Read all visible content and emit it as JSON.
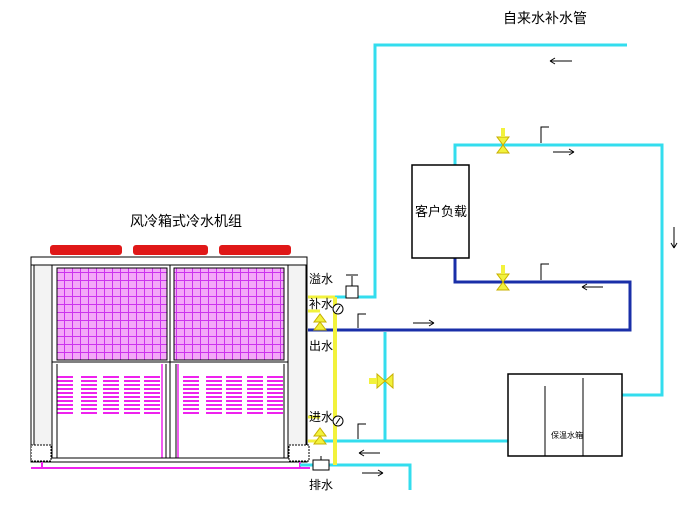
{
  "labels": {
    "tap_water_makeup": "自来水补水管",
    "unit_title": "风冷箱式冷水机组",
    "customer_load": "客户负载",
    "overflow": "溢水",
    "makeup": "补水",
    "water_out": "出水",
    "water_in": "进水",
    "drain": "排水",
    "tank": "保温水箱"
  },
  "colors": {
    "cyan_pipe": "#33ddee",
    "blue_pipe": "#1a2fa8",
    "yellow_pipe": "#f2f23c",
    "magenta": "#ee22ee",
    "fan_red": "#e01818",
    "grid_purple": "#cc33ee",
    "black": "#000000"
  },
  "icons": [
    "arrow-left-icon",
    "arrow-right-icon",
    "arrow-down-icon",
    "valve-icon",
    "gauge-icon",
    "flow-switch-icon",
    "pump-icon"
  ]
}
